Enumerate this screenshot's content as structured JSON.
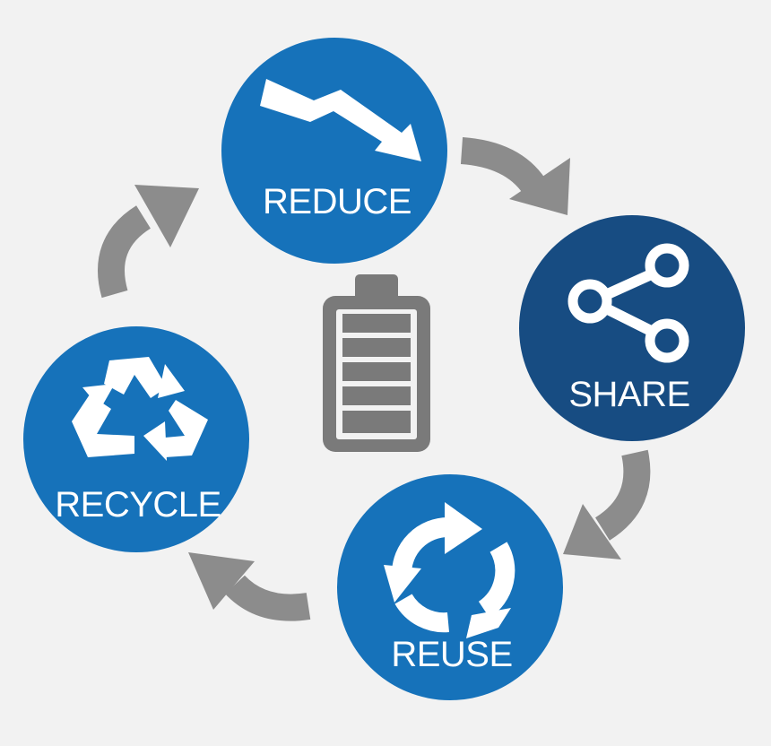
{
  "nodes": [
    {
      "id": "reduce",
      "label": "REDUCE",
      "icon": "trend-down-arrow-icon",
      "color": "#1672ba"
    },
    {
      "id": "share",
      "label": "SHARE",
      "icon": "share-icon",
      "color": "#174c82"
    },
    {
      "id": "reuse",
      "label": "REUSE",
      "icon": "circular-arrows-icon",
      "color": "#1672ba"
    },
    {
      "id": "recycle",
      "label": "RECYCLE",
      "icon": "recycle-icon",
      "color": "#1672ba"
    }
  ],
  "center_icon": "battery-icon",
  "colors": {
    "background": "#f2f2f2",
    "primary_blue": "#1672ba",
    "dark_blue": "#174c82",
    "arrow_gray": "#8c8c8c",
    "battery_gray": "#7a7a7a",
    "icon_white": "#ffffff"
  }
}
